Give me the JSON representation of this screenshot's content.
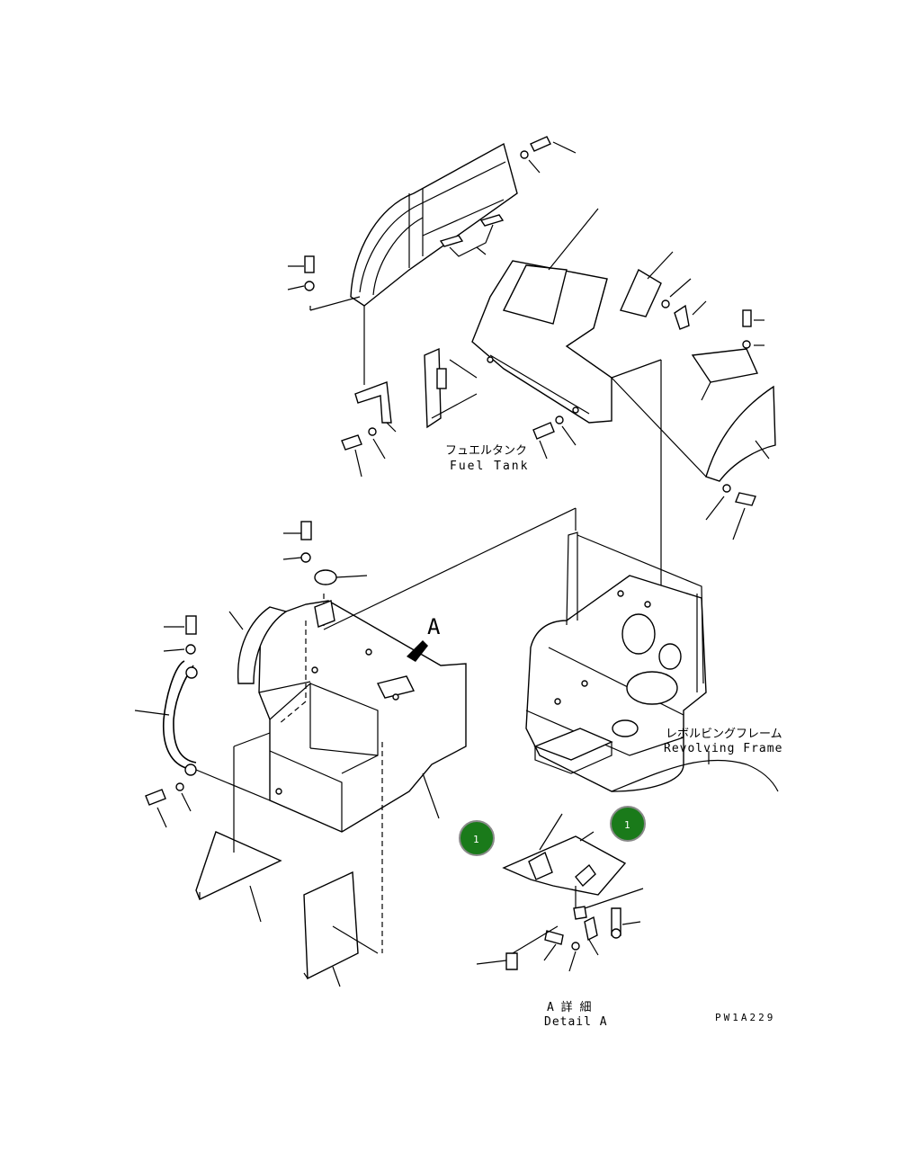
{
  "labels": {
    "fuel_tank_jp": "フュエルタンク",
    "fuel_tank_en": "Fuel Tank",
    "revolving_frame_jp": "レボルビングフレーム",
    "revolving_frame_en": "Revolving Frame",
    "detail_ref": "A",
    "detail_a_jp": "A 詳 細",
    "detail_a_en": "Detail A",
    "drawing_code": "PW1A229"
  },
  "markers": [
    {
      "label": "1",
      "color": "#1a7a1a"
    },
    {
      "label": "1",
      "color": "#1a7a1a"
    }
  ]
}
